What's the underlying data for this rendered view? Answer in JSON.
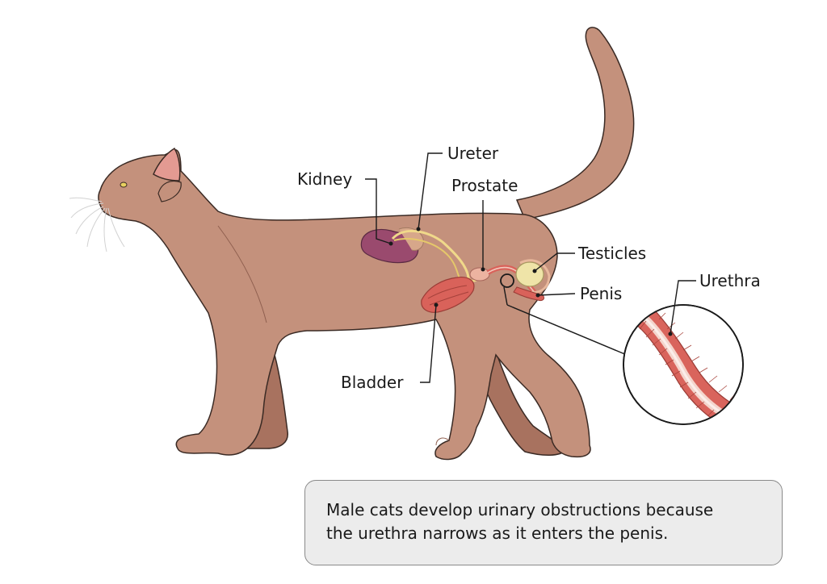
{
  "colors": {
    "fur": "#c4917c",
    "fur_shadow": "#a8725f",
    "outline": "#3a2a24",
    "kidney": "#9a4a6e",
    "bladder": "#d9625a",
    "ureter": "#f0d98a",
    "testicle": "#efe4a8",
    "urethra_tissue": "#d9645c",
    "caption_bg": "#ececec"
  },
  "labels": {
    "kidney": "Kidney",
    "ureter": "Ureter",
    "prostate": "Prostate",
    "testicles": "Testicles",
    "penis": "Penis",
    "bladder": "Bladder",
    "urethra": "Urethra"
  },
  "caption": {
    "line1": "Male cats develop urinary obstructions because",
    "line2": "the urethra narrows as it enters the penis."
  }
}
